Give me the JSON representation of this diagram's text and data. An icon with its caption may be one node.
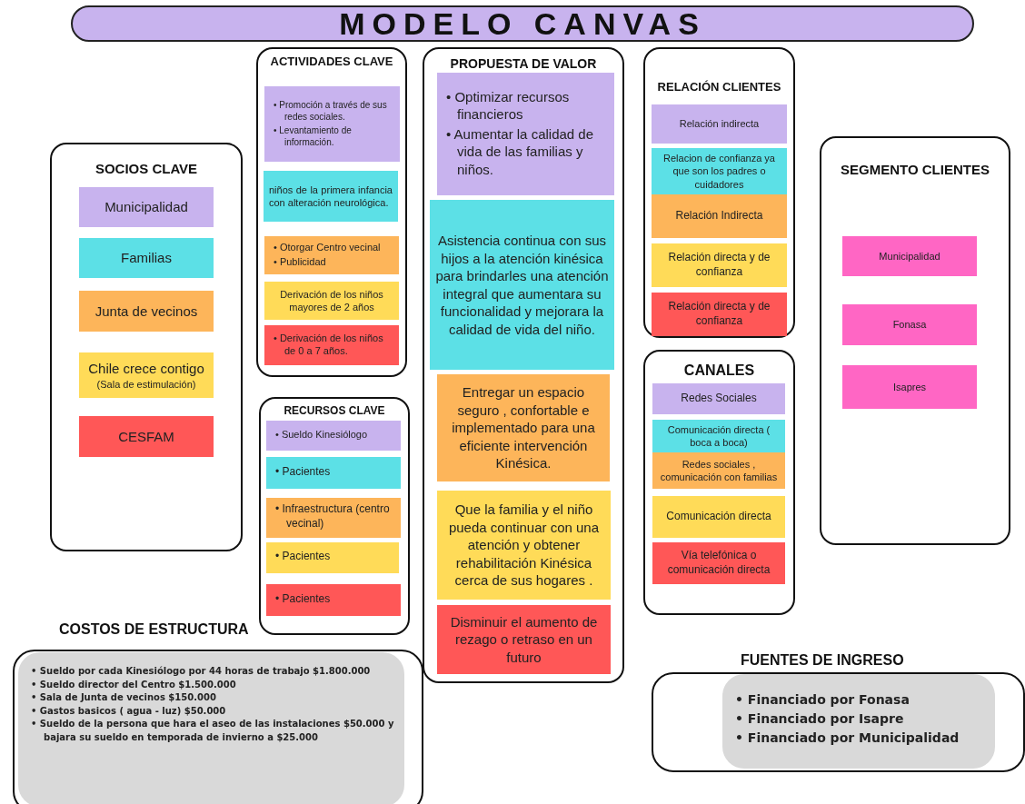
{
  "diagram": {
    "title": "MODELO CANVAS",
    "nodes": [
      {
        "text": [
          "SOCIOS CLAVE"
        ]
      },
      {
        "text": [
          "Municipalidad"
        ],
        "in": 0
      },
      {
        "text": [
          "Familias"
        ],
        "in": 0
      },
      {
        "text": [
          "Junta de vecinos"
        ],
        "in": 0
      },
      {
        "text": [
          "Chile crece contigo",
          "(Sala de estimulación)"
        ],
        "in": 0
      },
      {
        "text": [
          "CESFAM"
        ],
        "in": 0
      },
      {
        "text": [
          "ACTIVIDADES CLAVE"
        ]
      },
      {
        "text": [
          "• Promoción a través de sus redes sociales.",
          "• Levantamiento de información."
        ],
        "in": 6
      },
      {
        "text": [
          "niños de la primera infancia con alteración neurológica."
        ],
        "in": 6
      },
      {
        "text": [
          "• Otorgar Centro vecinal",
          "• Publicidad"
        ],
        "in": 6
      },
      {
        "text": [
          "Derivación de los niños mayores de 2 años"
        ],
        "in": 6
      },
      {
        "text": [
          "• Derivación de los niños de 0 a 7 años."
        ],
        "in": 6
      },
      {
        "text": [
          "RECURSOS CLAVE"
        ]
      },
      {
        "text": [
          "• Sueldo Kinesiólogo"
        ],
        "in": 12
      },
      {
        "text": [
          "• Pacientes"
        ],
        "in": 12
      },
      {
        "text": [
          "• Infraestructura (centro vecinal)"
        ],
        "in": 12
      },
      {
        "text": [
          "• Pacientes"
        ],
        "in": 12
      },
      {
        "text": [
          "• Pacientes"
        ],
        "in": 12
      },
      {
        "text": [
          "PROPUESTA DE VALOR"
        ]
      },
      {
        "text": [
          "• Optimizar recursos financieros",
          "• Aumentar la calidad de vida de las familias y niños."
        ],
        "in": 18
      },
      {
        "text": [
          "Asistencia continua con sus hijos a la atención kinésica para brindarles una atención integral que aumentara su funcionalidad y mejorara la calidad de vida del niño."
        ],
        "in": 18
      },
      {
        "text": [
          "Entregar un espacio seguro , confortable e implementado para una eficiente intervención Kinésica."
        ],
        "in": 18
      },
      {
        "text": [
          "Que la familia y el niño pueda continuar con una atención y obtener rehabilitación Kinésica cerca de sus hogares ."
        ],
        "in": 18
      },
      {
        "text": [
          "Disminuir el aumento de rezago o retraso en un futuro"
        ],
        "in": 18
      },
      {
        "text": [
          "RELACIÓN CLIENTES"
        ]
      },
      {
        "text": [
          "Relación indirecta"
        ],
        "in": 24
      },
      {
        "text": [
          "Relacion de confianza ya que son los padres o cuidadores"
        ],
        "in": 24
      },
      {
        "text": [
          "Relación Indirecta"
        ],
        "in": 24
      },
      {
        "text": [
          "Relación directa y de confianza"
        ],
        "in": 24
      },
      {
        "text": [
          "Relación directa y de confianza"
        ],
        "in": 24
      },
      {
        "text": [
          "CANALES"
        ]
      },
      {
        "text": [
          "Redes Sociales"
        ],
        "in": 30
      },
      {
        "text": [
          "Comunicación directa ( boca a boca)"
        ],
        "in": 30
      },
      {
        "text": [
          "Redes sociales , comunicación con familias"
        ],
        "in": 30
      },
      {
        "text": [
          "Comunicación directa"
        ],
        "in": 30
      },
      {
        "text": [
          "Vía telefónica o comunicación directa"
        ],
        "in": 30
      },
      {
        "text": [
          "SEGMENTO CLIENTES"
        ]
      },
      {
        "text": [
          "Municipalidad"
        ],
        "in": 36
      },
      {
        "text": [
          "Fonasa"
        ],
        "in": 36
      },
      {
        "text": [
          "Isapres"
        ],
        "in": 36
      },
      {
        "text": [
          "COSTOS DE ESTRUCTURA",
          "• Sueldo por cada Kinesiólogo por 44 horas de trabajo $1.800.000",
          "• Sueldo director del Centro $1.500.000",
          "• Sala de Junta de vecinos $150.000",
          "• Gastos basicos ( agua - luz) $50.000",
          "• Sueldo de la persona que hara el aseo de las instalaciones $50.000 y bajara su sueldo en temporada de invierno a $25.000"
        ]
      },
      {
        "text": [
          "FUENTES DE INGRESO",
          "• Financiado por Fonasa",
          "• Financiado por Isapre",
          "• Financiado por Municipalidad"
        ]
      }
    ],
    "edges": []
  }
}
